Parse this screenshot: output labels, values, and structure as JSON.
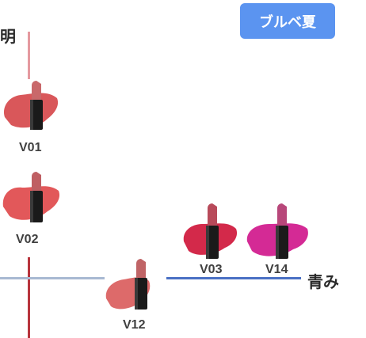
{
  "badge": {
    "label": "ブルベ夏"
  },
  "axes": {
    "vertical_label": "明",
    "horizontal_label": "青み"
  },
  "products": [
    {
      "code": "V01",
      "swatch_color": "#d9575a",
      "bullet_color": "#c9686a",
      "icon": "lipstick-icon"
    },
    {
      "code": "V02",
      "swatch_color": "#e2585a",
      "bullet_color": "#bf5f63",
      "icon": "lipstick-icon"
    },
    {
      "code": "V03",
      "swatch_color": "#d3294a",
      "bullet_color": "#b84a5a",
      "icon": "lipstick-icon"
    },
    {
      "code": "V14",
      "swatch_color": "#d42a95",
      "bullet_color": "#b8477a",
      "icon": "lipstick-icon"
    },
    {
      "code": "V12",
      "swatch_color": "#dd6a6a",
      "bullet_color": "#c06466",
      "icon": "lipstick-icon"
    }
  ],
  "colors": {
    "badge_bg": "#5b94f0",
    "axis_light": "#e59aa0",
    "axis_dark": "#b8343d",
    "axis_blue": "#4a70c4",
    "axis_grey_blue": "#a8b9d2"
  }
}
